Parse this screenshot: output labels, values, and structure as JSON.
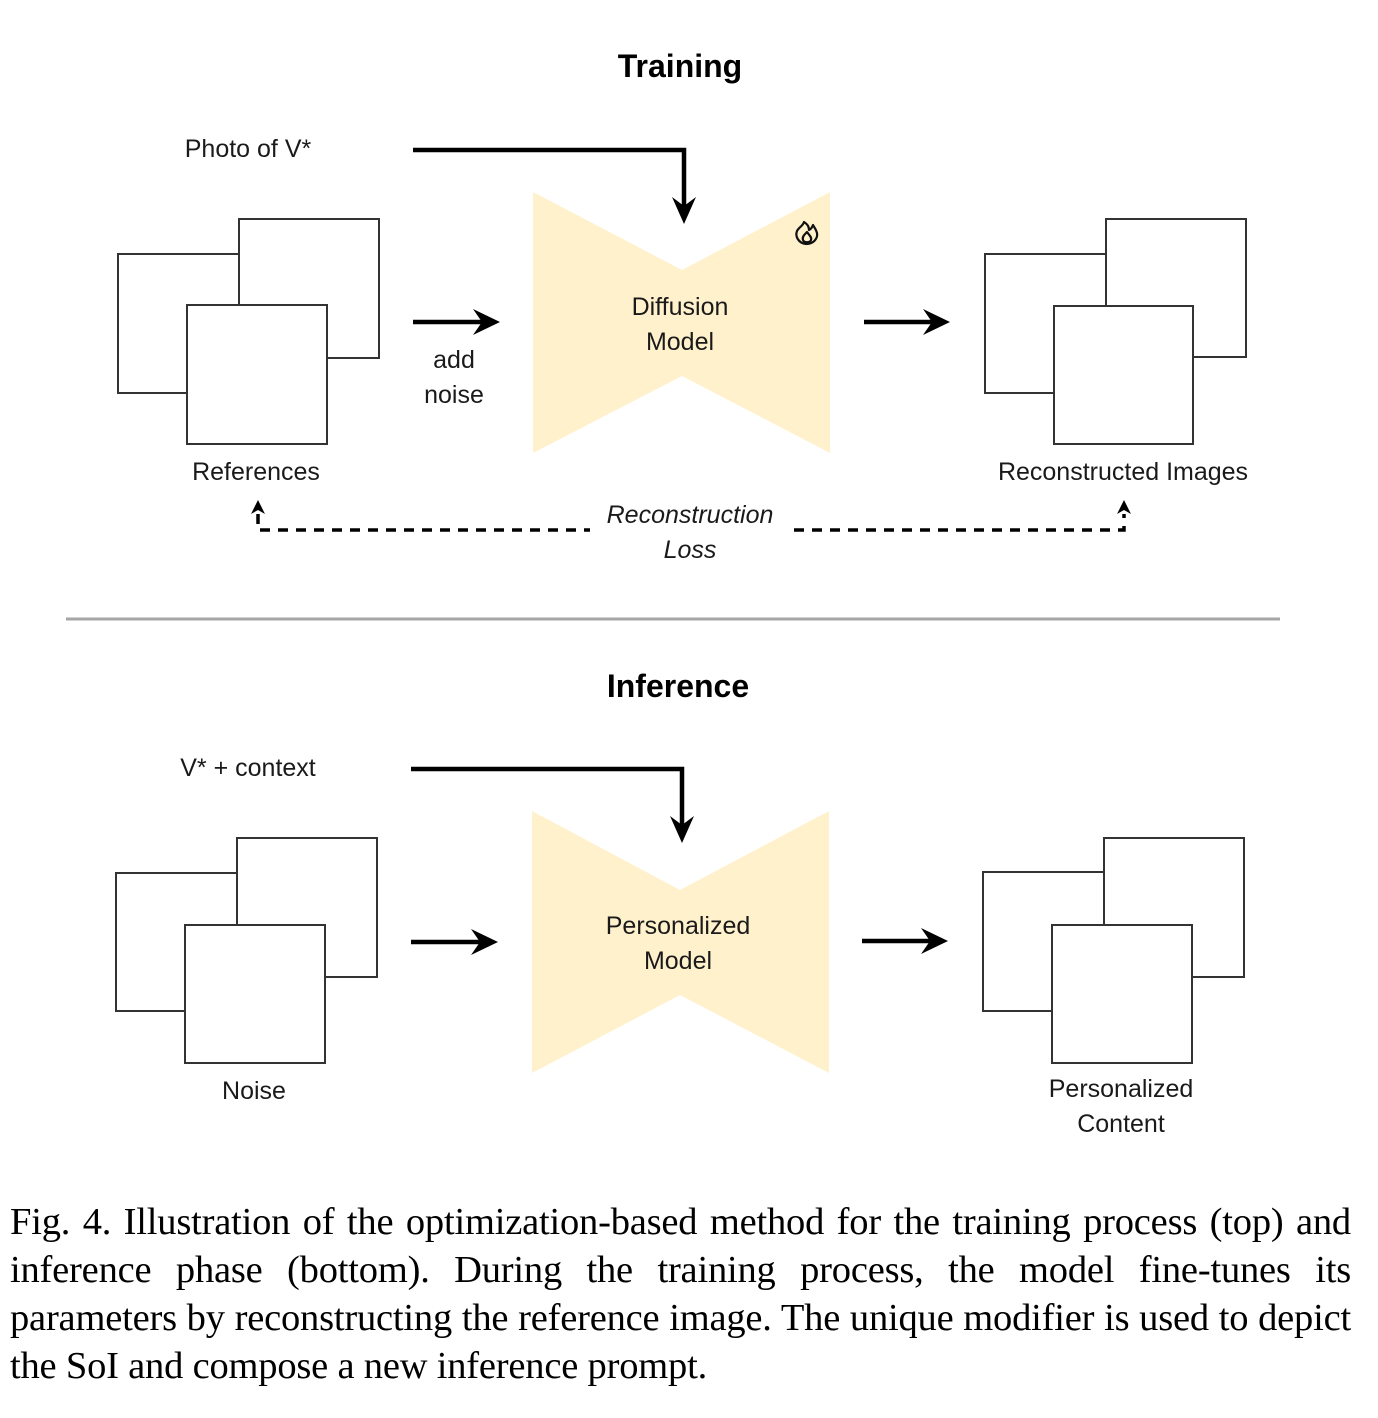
{
  "colors": {
    "model_fill": "#fff1cc",
    "stroke": "#000000",
    "box_stroke": "#333333",
    "divider": "#a6a6a6"
  },
  "training": {
    "title": "Training",
    "prompt": "Photo of V*",
    "input_label": "References",
    "input_arrow_label_line1": "add",
    "input_arrow_label_line2": "noise",
    "model_line1": "Diffusion",
    "model_line2": "Model",
    "model_badge_icon": "flame-icon",
    "output_label": "Reconstructed Images",
    "loss_line1": "Reconstruction",
    "loss_line2": "Loss"
  },
  "inference": {
    "title": "Inference",
    "prompt": "V* + context",
    "input_label": "Noise",
    "model_line1": "Personalized",
    "model_line2": "Model",
    "output_label_line1": "Personalized",
    "output_label_line2": "Content"
  },
  "caption": {
    "text": "Fig. 4.  Illustration of the optimization-based method for the training process (top) and inference phase (bottom). During the training process, the model fine-tunes its parameters by reconstructing the reference image. The unique modifier is used to depict the SoI and compose a new inference prompt."
  }
}
